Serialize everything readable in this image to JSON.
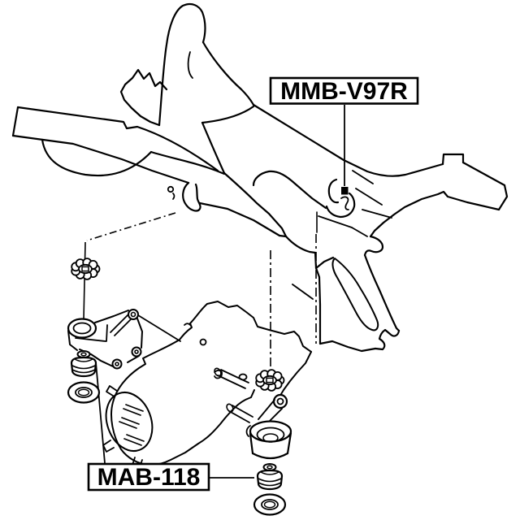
{
  "diagram": {
    "background_color": "#ffffff",
    "line_color": "#000000",
    "labels": {
      "mmb": {
        "text": "MMB-V97R"
      },
      "mab": {
        "text": "MAB-118"
      }
    },
    "marker": {
      "type": "filled-square",
      "color": "#000000"
    }
  }
}
